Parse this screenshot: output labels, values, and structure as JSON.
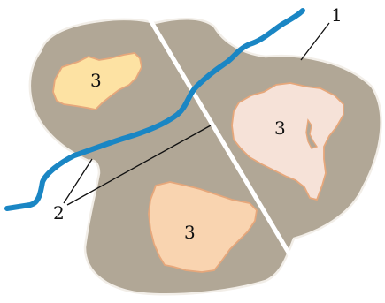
{
  "labels": {
    "boundary": "1",
    "river_banks": "2",
    "patch_top_left": "3",
    "patch_right": "3",
    "patch_bottom": "3"
  },
  "colors": {
    "land": "#b1a796",
    "land_edge": "#f2eee8",
    "river": "#1a86c4",
    "road": "#ffffff",
    "patch_yellow": "#fde2a3",
    "patch_pink": "#f6e2d8",
    "patch_peach": "#f9d4b0",
    "patch_edge": "#e6a77b"
  }
}
